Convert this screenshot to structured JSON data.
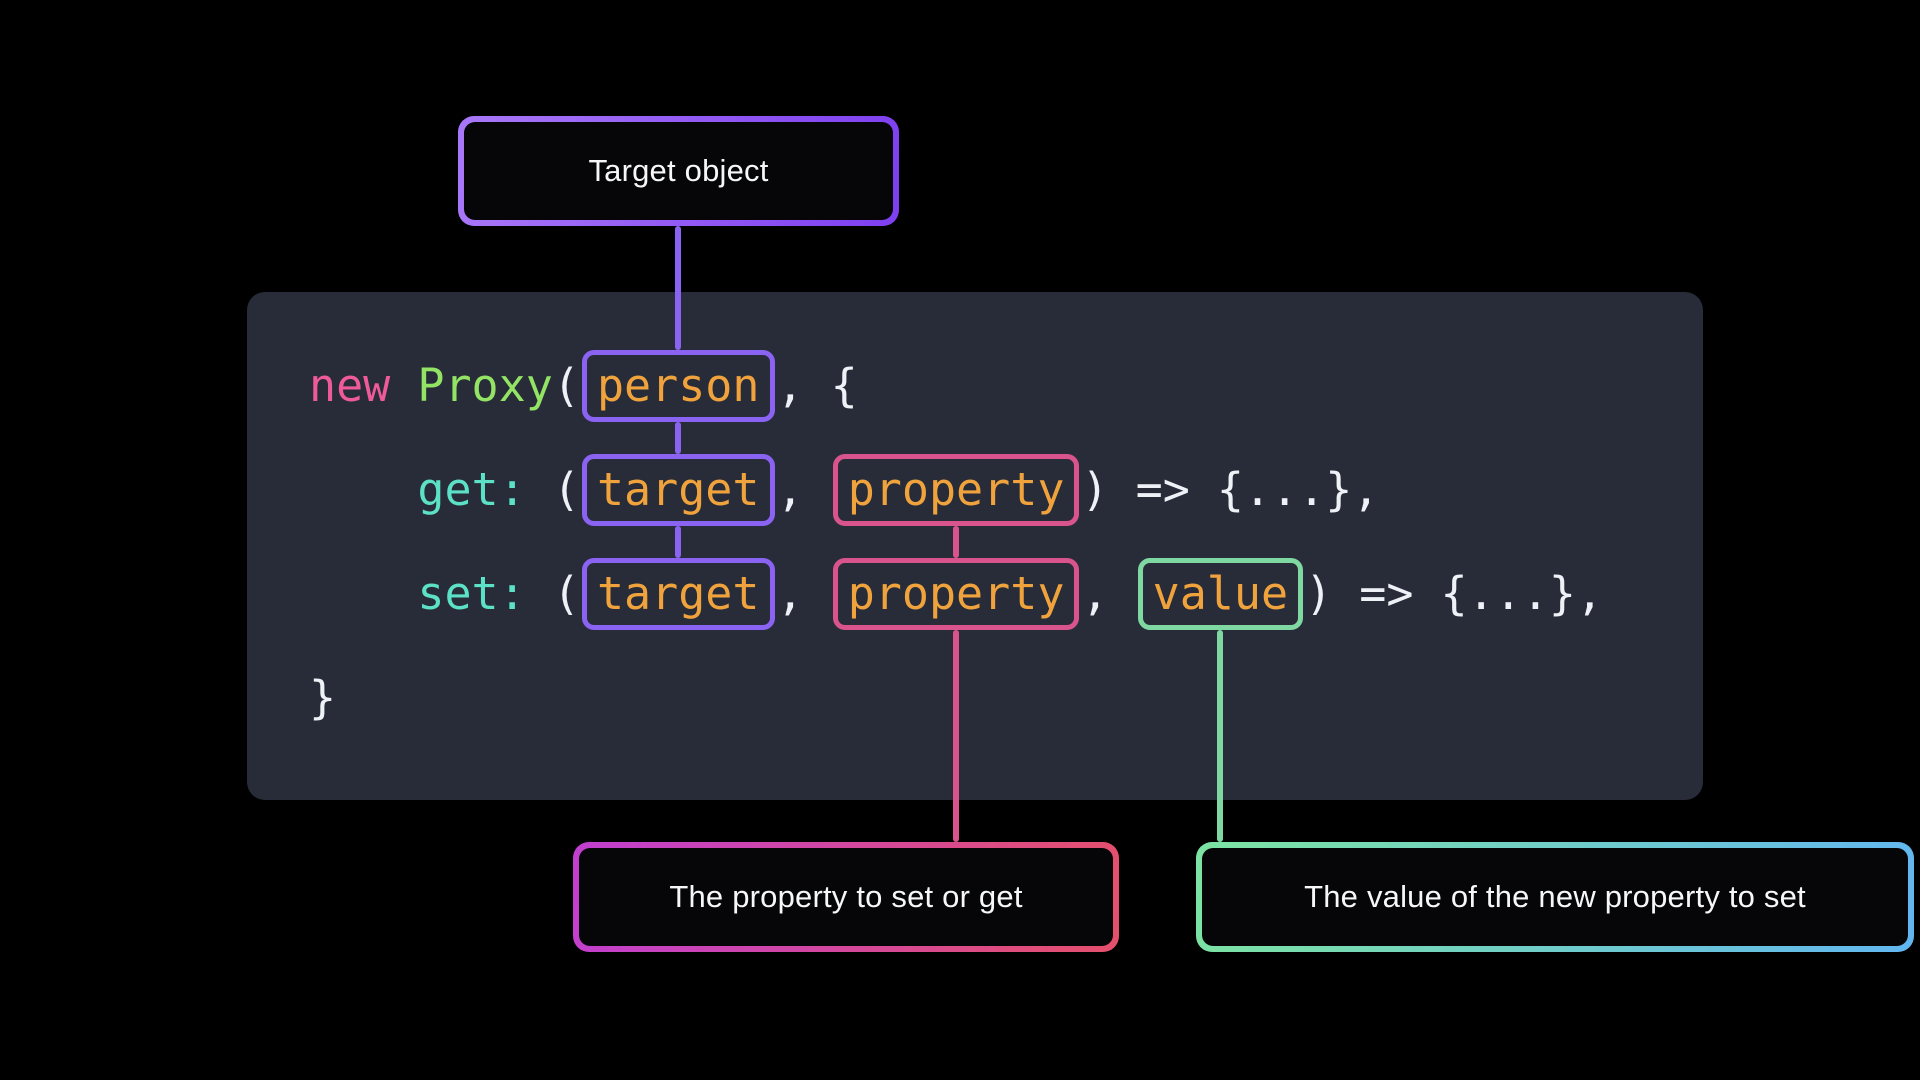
{
  "labels": {
    "target_object": "Target object",
    "property_label": "The property to set or get",
    "value_label": "The value of the new property to set"
  },
  "code": {
    "line1": {
      "kw_new": "new ",
      "cls_proxy": "Proxy",
      "p_open": "(",
      "arg_person": "person",
      "tail": ", {"
    },
    "line2": {
      "indent": "    ",
      "fn_get": "get:",
      "p_open": " (",
      "arg_target": "target",
      "comma": ", ",
      "arg_property": "property",
      "tail": ") => {...},"
    },
    "line3": {
      "indent": "    ",
      "fn_set": "set:",
      "p_open": " (",
      "arg_target": "target",
      "comma1": ", ",
      "arg_property": "property",
      "comma2": ", ",
      "arg_value": "value",
      "tail": ") => {...},"
    },
    "line4": {
      "brace": "}"
    }
  },
  "colors": {
    "background": "#000000",
    "panel": "#272c38",
    "purple_accent": "#8b63f2",
    "pink_accent": "#d9548c",
    "green_accent": "#7fd8a2",
    "orange_token": "#f0a33c",
    "teal_token": "#5ce0c6",
    "pink_keyword": "#ee5a9a",
    "green_class": "#93e364",
    "text": "#eef1f6"
  }
}
